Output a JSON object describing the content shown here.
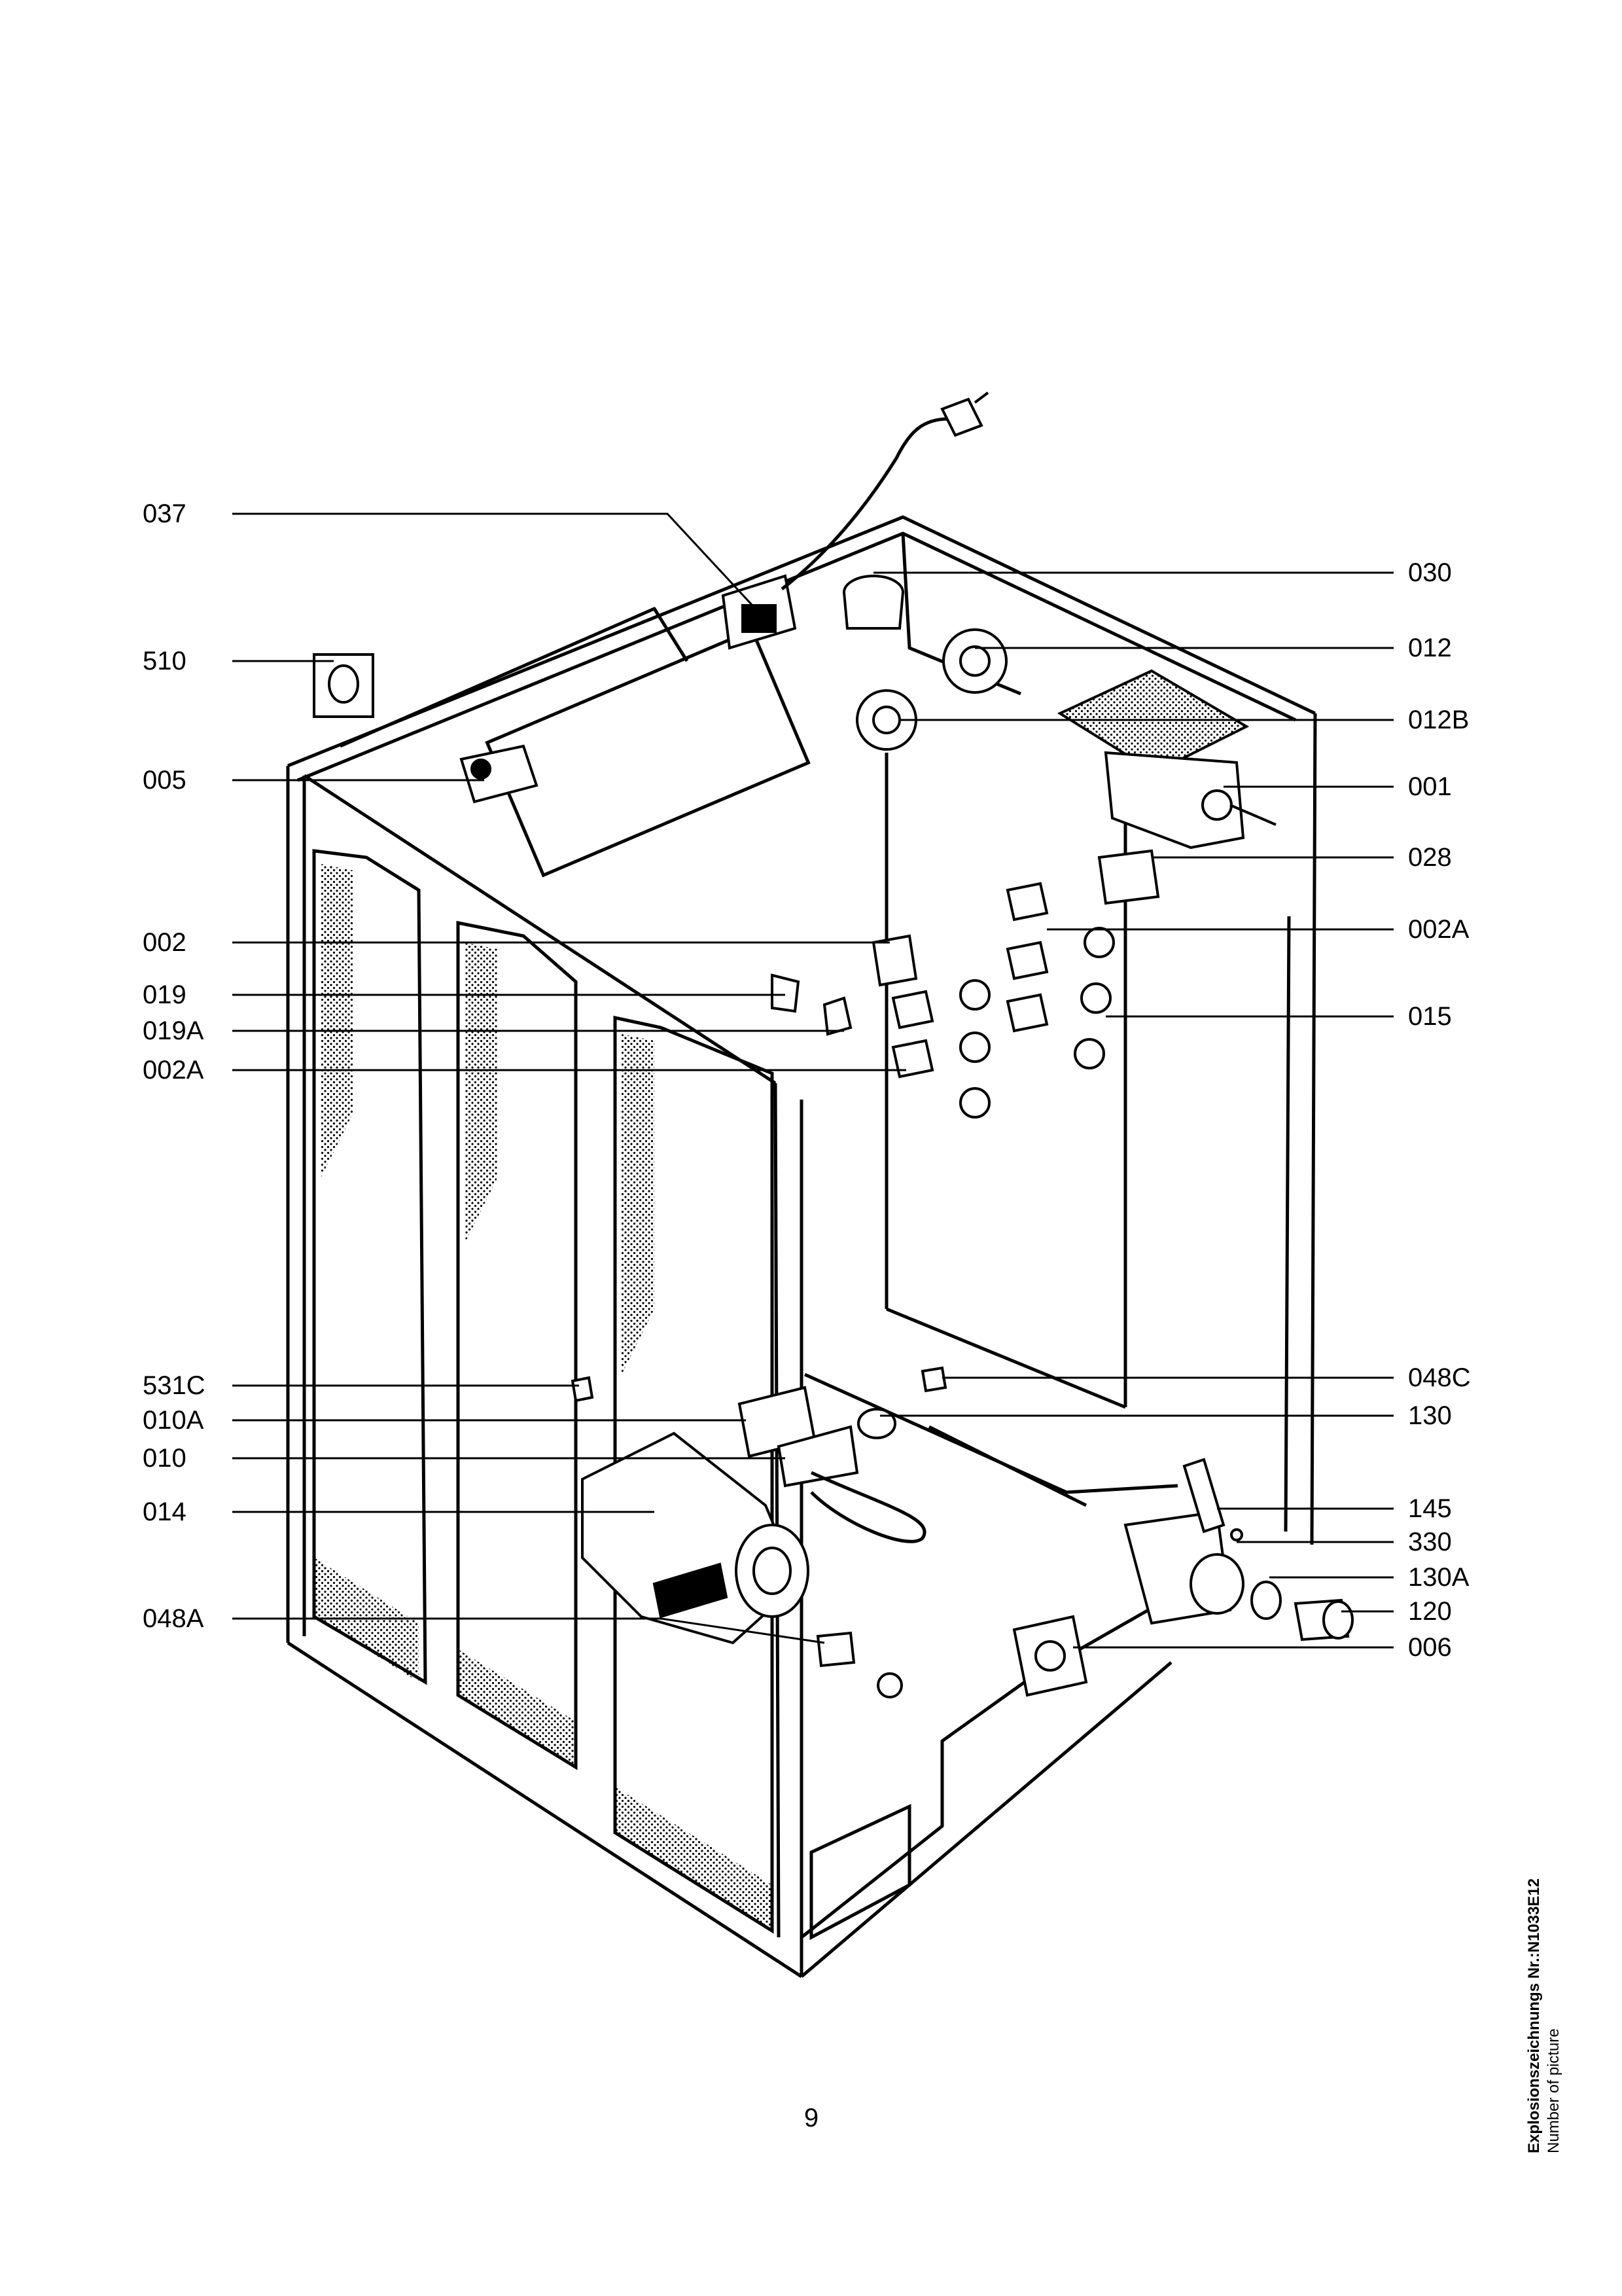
{
  "callouts_left": [
    "037",
    "510",
    "005",
    "002",
    "019",
    "019A",
    "002A",
    "531C",
    "010A",
    "010",
    "014",
    "048A"
  ],
  "callouts_right": [
    "030",
    "012",
    "012B",
    "001",
    "028",
    "002A",
    "015",
    "048C",
    "130",
    "145",
    "330",
    "130A",
    "120",
    "006"
  ],
  "page_number": "9",
  "picture_id": {
    "title": "Explosionszeichnungs Nr.:N1033E12",
    "subtitle": "Number of picture"
  }
}
